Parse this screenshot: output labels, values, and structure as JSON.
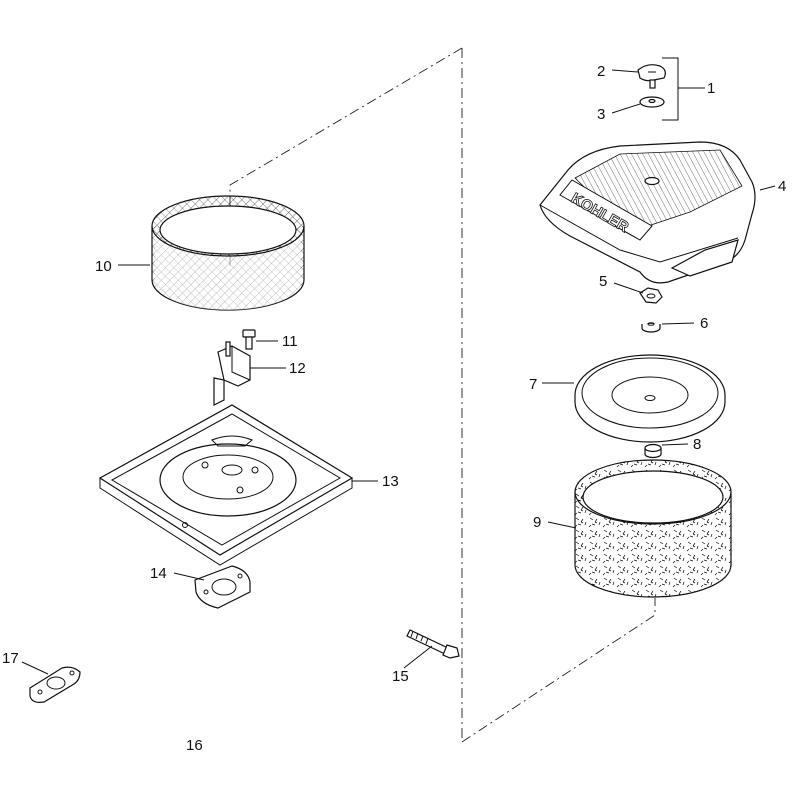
{
  "diagram": {
    "brand_mark": "KOHLER",
    "callouts": {
      "c1": "1",
      "c2": "2",
      "c3": "3",
      "c4": "4",
      "c5": "5",
      "c6": "6",
      "c7": "7",
      "c8": "8",
      "c9": "9",
      "c10": "10",
      "c11": "11",
      "c12": "12",
      "c13": "13",
      "c14": "14",
      "c15": "15",
      "c16": "16",
      "c17": "17"
    }
  }
}
